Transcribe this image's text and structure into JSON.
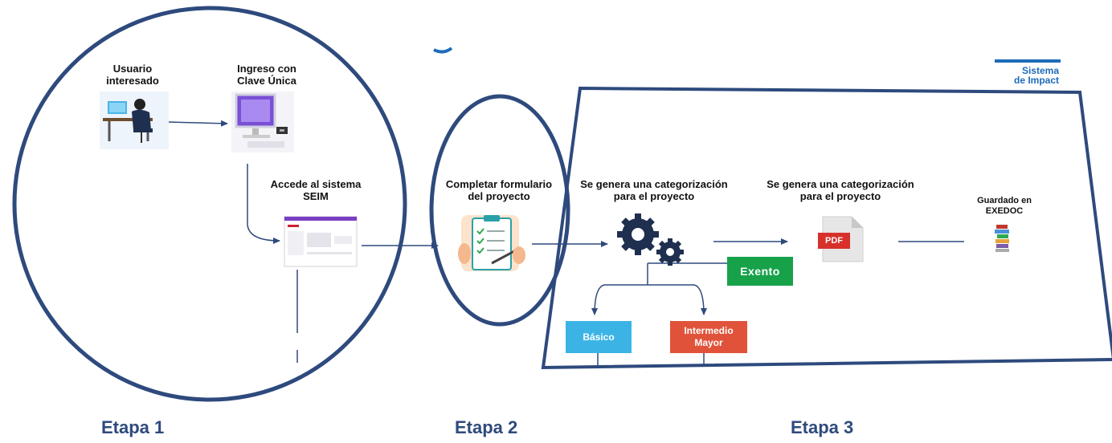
{
  "stage1": {
    "user_label": "Usuario\ninteresado",
    "login_label": "Ingreso con\nClave Única",
    "access_label": "Accede al sistema\nSEIM",
    "title": "Etapa 1"
  },
  "stage2": {
    "form_label": "Completar formulario\ndel proyecto",
    "title": "Etapa 2"
  },
  "stage3": {
    "categorization_label": "Se genera una categorización\npara el proyecto",
    "pdf_label": "Se genera una categorización\npara el proyecto",
    "saved_label": "Guardado en\nEXEDOC",
    "exento": "Exento",
    "basico": "Básico",
    "intermedio": "Intermedio\nMayor",
    "title": "Etapa 3"
  },
  "brand": {
    "line1": "Sistema",
    "line2": "de Impact"
  },
  "pdf_badge": "PDF",
  "colors": {
    "outline": "#2e4a7d",
    "arrow": "#2e4a7d",
    "exento": "#17a24a",
    "basico": "#3bb4e5",
    "intermedio": "#e0533a"
  },
  "icons": {
    "user": "person-at-desk-icon",
    "login": "computer-monitor-icon",
    "system": "web-page-screenshot-icon",
    "form": "clipboard-checklist-icon",
    "categorize": "gears-icon",
    "pdf": "pdf-document-icon",
    "archive": "stacked-books-icon"
  }
}
